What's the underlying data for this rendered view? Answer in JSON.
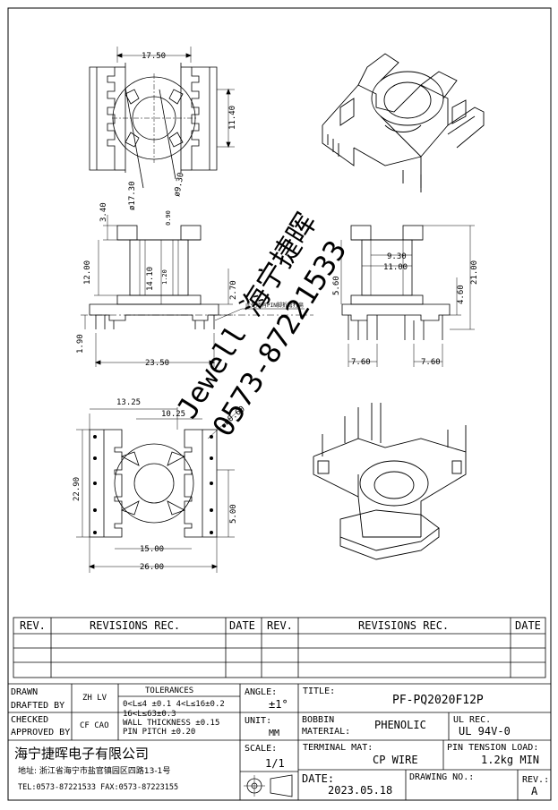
{
  "dims": {
    "top_width": "17.50",
    "top_height": "11.40",
    "top_dia_outer": "ø17.30",
    "top_dia_inner": "ø9.30",
    "front_3_40": "3.40",
    "front_0_90": "0.90",
    "front_12_00": "12.00",
    "front_14_10": "14.10",
    "front_1_20": "1.20",
    "front_2_70": "2.70",
    "front_1_90": "1.90",
    "front_23_50": "23.50",
    "side_9_30": "9.30",
    "side_11_00": "11.00",
    "side_5_60": "5.60",
    "side_4_60": "4.60",
    "side_21_00": "21.00",
    "side_7_60a": "7.60",
    "side_7_60b": "7.60",
    "bot_13_25": "13.25",
    "bot_10_25": "10.25",
    "bot_pin_dia": "ø0.60",
    "bot_22_90": "22.90",
    "bot_5_00": "5.00",
    "bot_15_00": "15.00",
    "bot_26_00": "26.00"
  },
  "annotation_note": "此处所有PIN脚折弯打扁",
  "watermark_name": "Jewell 海宁捷晖",
  "watermark_phone": "0573-87221533",
  "revisions": {
    "rev_header": "REV.",
    "rec_header": "REVISIONS  REC.",
    "date_header": "DATE"
  },
  "title_block": {
    "drawn_label": "DRAWN",
    "drafted_label": "DRAFTED BY",
    "drafted_value": "ZH LV",
    "checked_label": "CHECKED",
    "approved_label": "APPROVED BY",
    "approved_value": "CF CAO",
    "tolerances_label": "TOLERANCES",
    "tol_line1": "0<L≤4  ±0.1  4<L≤16±0.2",
    "tol_line2": "16<L≤63±0.3",
    "tol_line3": "WALL THICKNESS ±0.15",
    "tol_line4": "PIN PITCH ±0.20",
    "angle_label": "ANGLE:",
    "angle_value": "±1°",
    "unit_label": "UNIT:",
    "unit_value": "MM",
    "scale_label": "SCALE:",
    "scale_value": "1/1",
    "title_label": "TITLE:",
    "title_value": "PF-PQ2020F12P",
    "bobbin_label1": "BOBBIN",
    "bobbin_label2": "MATERIAL:",
    "bobbin_value": "PHENOLIC",
    "ulrec_label": "UL REC.",
    "ulrec_value": "UL 94V-0",
    "terminal_label": "TERMINAL MAT:",
    "terminal_value": "CP WIRE",
    "pin_tension_label": "PIN TENSION LOAD:",
    "pin_tension_value": "1.2kg MIN",
    "date_label": "DATE:",
    "date_value": "2023.05.18",
    "drawing_no_label": "DRAWING NO.:",
    "rev_label": "REV.:",
    "rev_value": "A",
    "company_name": "海宁捷晖电子有限公司",
    "address": "地址: 浙江省海宁市盐官镇园区四路13-1号",
    "contact": "TEL:0573-87221533 FAX:0573-87223155"
  }
}
